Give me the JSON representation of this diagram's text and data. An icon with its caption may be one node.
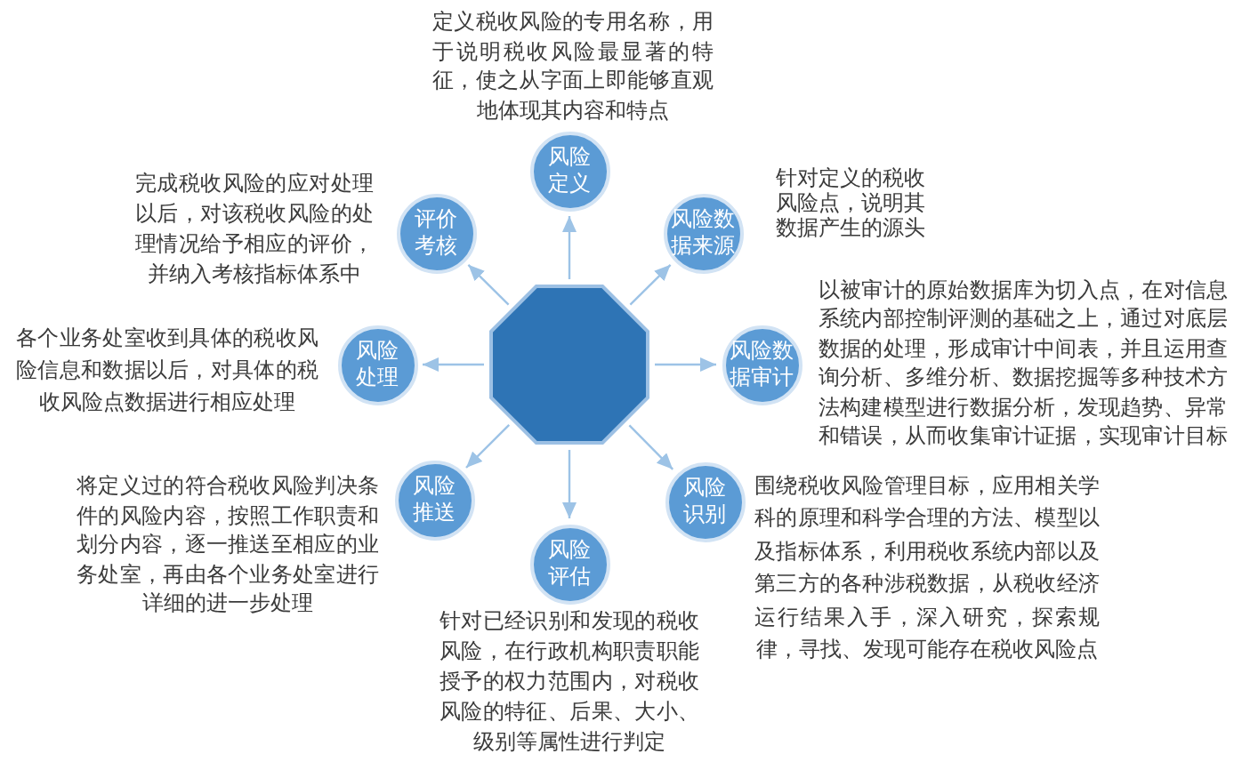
{
  "diagram": {
    "nodes": [
      {
        "text": [],
        "shape": "octagon"
      },
      {
        "text": [
          "风险定义"
        ],
        "beside": [
          "定义税收风险的专用名称，用于说明税收风险最显著的特征，使之从字面上即能够直观地体现其内容和特点"
        ]
      },
      {
        "text": [
          "风险数据来源"
        ],
        "beside": [
          "针对定义的税收风险点，说明其数据产生的源头"
        ]
      },
      {
        "text": [
          "风险数据审计"
        ],
        "beside": [
          "以被审计的原始数据库为切入点，在对信息系统内部控制评测的基础之上，通过对底层数据的处理，形成审计中间表，并且运用查询分析、多维分析、数据挖掘等多种技术方法构建模型进行数据分析，发现趋势、异常和错误，从而收集审计证据，实现审计目标"
        ]
      },
      {
        "text": [
          "风险识别"
        ],
        "beside": [
          "围绕税收风险管理目标，应用相关学科的原理和科学合理的方法、模型以及指标体系，利用税收系统内部以及第三方的各种涉税数据，从税收经济运行结果入手，深入研究，探索规律，寻找、发现可能存在税收风险点"
        ]
      },
      {
        "text": [
          "风险评估"
        ],
        "beside": [
          "针对已经识别和发现的税收风险，在行政机构职责职能授予的权力范围内，对税收风险的特征、后果、大小、级别等属性进行判定"
        ]
      },
      {
        "text": [
          "风险推送"
        ],
        "beside": [
          "将定义过的符合税收风险判决条件的风险内容，按照工作职责和划分内容，逐一推送至相应的业务处室，再由各个业务处室进行详细的进一步处理"
        ]
      },
      {
        "text": [
          "风险处理"
        ],
        "beside": [
          "各个业务处室收到具体的税收风险信息和数据以后，对具体的税收风险点数据进行相应处理"
        ]
      },
      {
        "text": [
          "评价考核"
        ],
        "beside": [
          "完成税收风险的应对处理以后，对该税收风险的处理情况给予相应的评价，并纳入考核指标体系中"
        ]
      }
    ],
    "edges": [
      {
        "from": 0,
        "to": 1,
        "arrow": "to"
      },
      {
        "from": 0,
        "to": 2,
        "arrow": "to"
      },
      {
        "from": 0,
        "to": 3,
        "arrow": "to"
      },
      {
        "from": 0,
        "to": 4,
        "arrow": "to"
      },
      {
        "from": 0,
        "to": 5,
        "arrow": "to"
      },
      {
        "from": 0,
        "to": 6,
        "arrow": "to"
      },
      {
        "from": 0,
        "to": 7,
        "arrow": "to"
      },
      {
        "from": 0,
        "to": 8,
        "arrow": "to"
      }
    ]
  }
}
